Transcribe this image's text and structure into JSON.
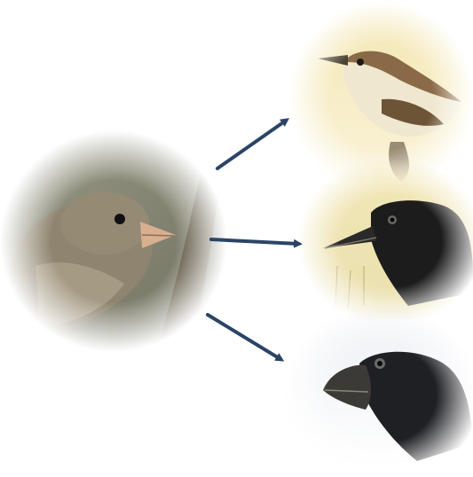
{
  "figure": {
    "ancestor": {
      "icon": "ancestral-finch-photo"
    },
    "descendants": [
      {
        "icon": "warbler-finch-illustration"
      },
      {
        "icon": "sharp-beaked-ground-finch-illustration"
      },
      {
        "icon": "large-ground-finch-illustration"
      }
    ],
    "arrows": {
      "count": 3,
      "color": "#2b4466"
    }
  }
}
